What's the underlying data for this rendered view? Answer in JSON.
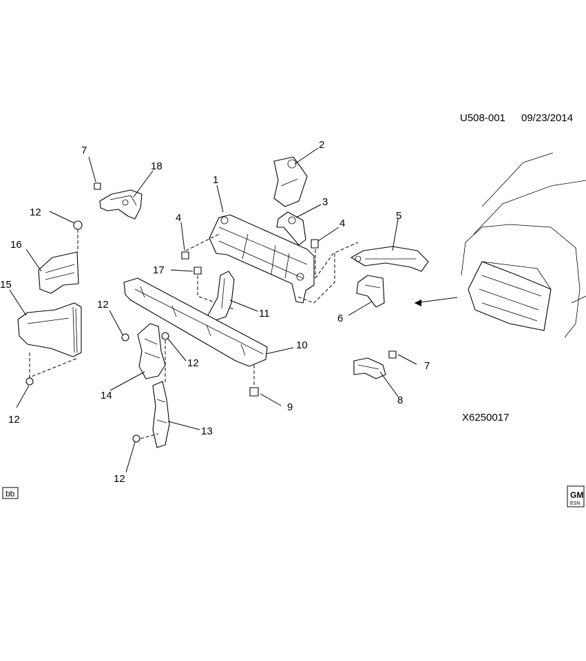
{
  "header": {
    "ref_code": "U508-001",
    "date": "09/23/2014"
  },
  "figure_id": "X6250017",
  "badge_left": "bb",
  "logo": {
    "text": "GM",
    "subtext": "ESN"
  },
  "callouts": [
    {
      "id": "c1",
      "text": "1"
    },
    {
      "id": "c2",
      "text": "2"
    },
    {
      "id": "c3",
      "text": "3"
    },
    {
      "id": "c4a",
      "text": "4"
    },
    {
      "id": "c4b",
      "text": "4"
    },
    {
      "id": "c5",
      "text": "5"
    },
    {
      "id": "c6",
      "text": "6"
    },
    {
      "id": "c7a",
      "text": "7"
    },
    {
      "id": "c7b",
      "text": "7"
    },
    {
      "id": "c8",
      "text": "8"
    },
    {
      "id": "c9",
      "text": "9"
    },
    {
      "id": "c10",
      "text": "10"
    },
    {
      "id": "c11",
      "text": "11"
    },
    {
      "id": "c12a",
      "text": "12"
    },
    {
      "id": "c12b",
      "text": "12"
    },
    {
      "id": "c12c",
      "text": "12"
    },
    {
      "id": "c12d",
      "text": "12"
    },
    {
      "id": "c12e",
      "text": "12"
    },
    {
      "id": "c13",
      "text": "13"
    },
    {
      "id": "c14",
      "text": "14"
    },
    {
      "id": "c15",
      "text": "15"
    },
    {
      "id": "c16",
      "text": "16"
    },
    {
      "id": "c17",
      "text": "17"
    },
    {
      "id": "c18",
      "text": "18"
    }
  ]
}
